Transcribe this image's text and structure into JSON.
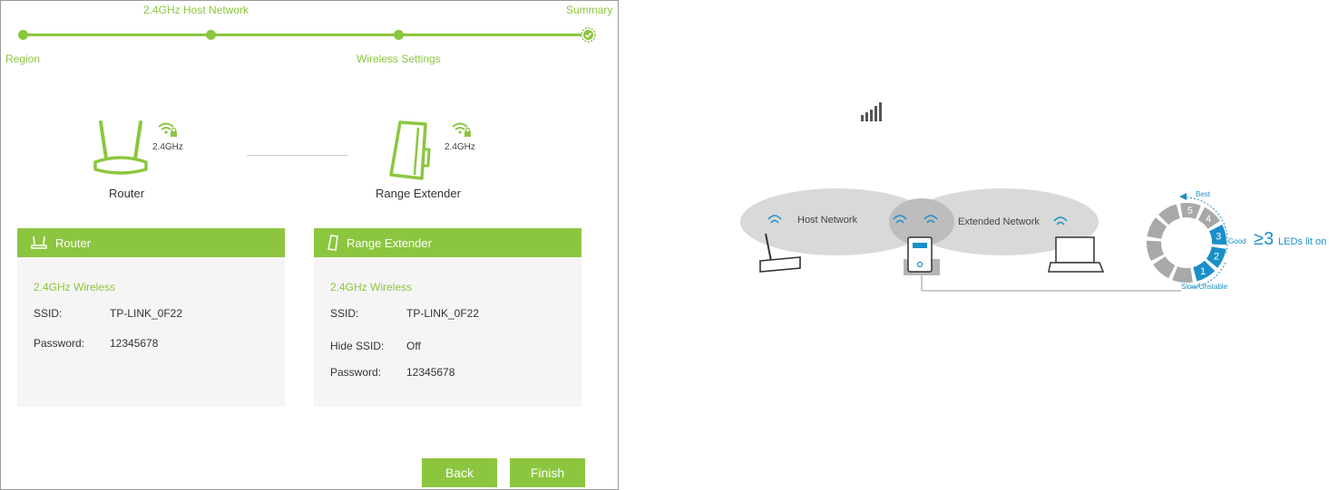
{
  "wizard": {
    "steps": {
      "region": "Region",
      "host_network": "2.4GHz Host Network",
      "wireless_settings": "Wireless Settings",
      "summary": "Summary"
    },
    "devices": {
      "router_label": "Router",
      "router_band": "2.4GHz",
      "extender_label": "Range Extender",
      "extender_band": "2.4GHz"
    },
    "router_panel": {
      "title": "Router",
      "band": "2.4GHz Wireless",
      "ssid_label": "SSID:",
      "ssid": "TP-LINK_0F22",
      "password_label": "Password:",
      "password": "12345678"
    },
    "extender_panel": {
      "title": "Range Extender",
      "band": "2.4GHz Wireless",
      "ssid_label": "SSID:",
      "ssid": "TP-LINK_0F22",
      "hide_ssid_label": "Hide SSID:",
      "hide_ssid": "Off",
      "password_label": "Password:",
      "password": "12345678"
    },
    "buttons": {
      "back": "Back",
      "finish": "Finish"
    },
    "accent_color": "#8cc63f"
  },
  "diagram": {
    "host_network": "Host Network",
    "extended_network": "Extended Network",
    "led_numbers": [
      "1",
      "2",
      "3",
      "4",
      "5"
    ],
    "lit_leds": 3,
    "best": "Best",
    "good": "Good",
    "slow": "Slow/Unstable",
    "ge_symbol": "≥3",
    "leds_text": "LEDs lit on",
    "accent_color": "#1a8fc9"
  }
}
